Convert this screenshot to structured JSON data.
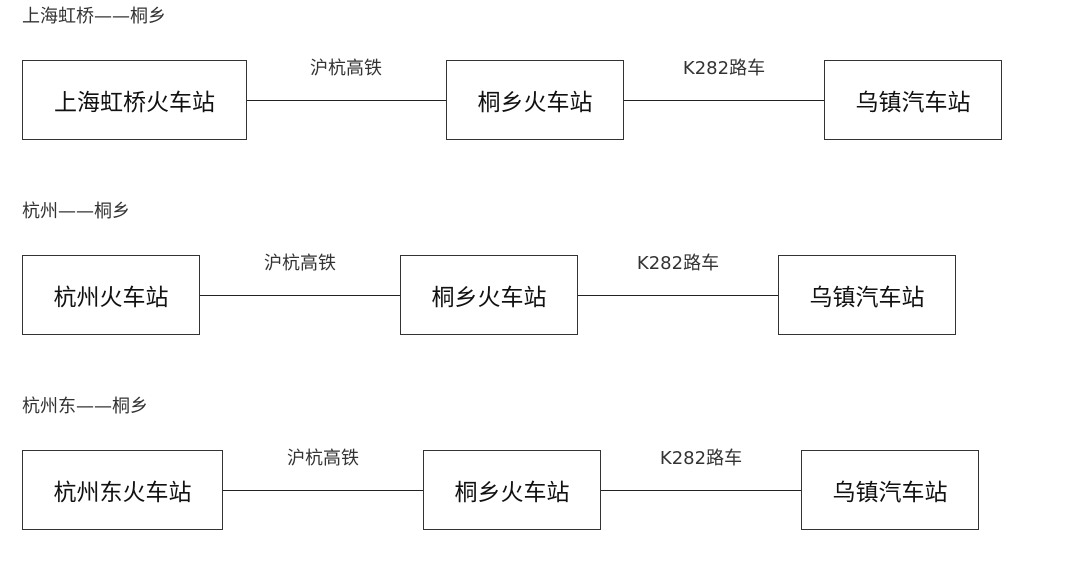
{
  "routes": [
    {
      "title": "上海虹桥——桐乡",
      "stations": [
        "上海虹桥火车站",
        "桐乡火车站",
        "乌镇汽车站"
      ],
      "links": [
        "沪杭高铁",
        "K282路车"
      ]
    },
    {
      "title": "杭州——桐乡",
      "stations": [
        "杭州火车站",
        "桐乡火车站",
        "乌镇汽车站"
      ],
      "links": [
        "沪杭高铁",
        "K282路车"
      ]
    },
    {
      "title": "杭州东——桐乡",
      "stations": [
        "杭州东火车站",
        "桐乡火车站",
        "乌镇汽车站"
      ],
      "links": [
        "沪杭高铁",
        "K282路车"
      ]
    }
  ]
}
